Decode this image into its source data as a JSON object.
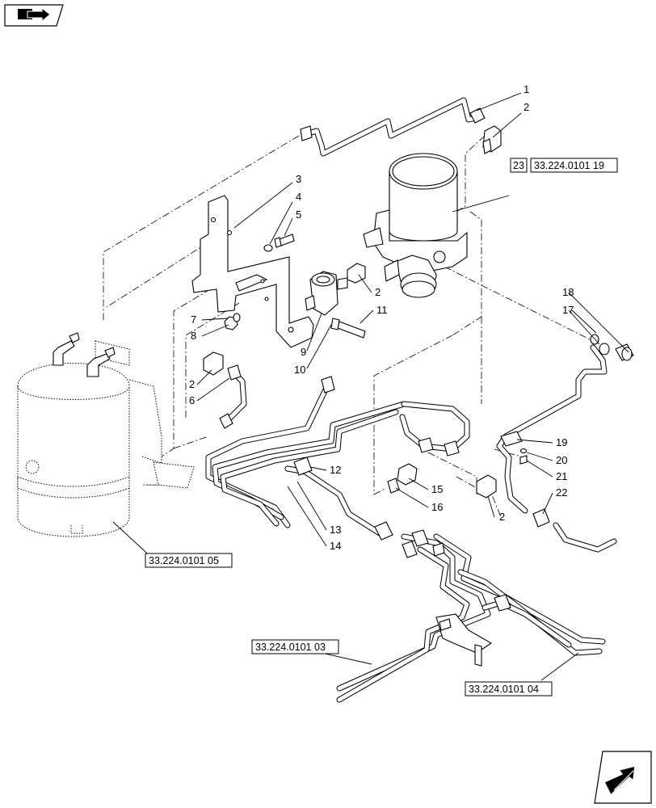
{
  "callouts": [
    {
      "id": "c1",
      "label": "1"
    },
    {
      "id": "c2a",
      "label": "2"
    },
    {
      "id": "c3",
      "label": "3"
    },
    {
      "id": "c4",
      "label": "4"
    },
    {
      "id": "c5",
      "label": "5"
    },
    {
      "id": "c2b",
      "label": "2"
    },
    {
      "id": "c7",
      "label": "7"
    },
    {
      "id": "c8",
      "label": "8"
    },
    {
      "id": "c9",
      "label": "9"
    },
    {
      "id": "c10",
      "label": "10"
    },
    {
      "id": "c11",
      "label": "11"
    },
    {
      "id": "c2c",
      "label": "2"
    },
    {
      "id": "c6",
      "label": "6"
    },
    {
      "id": "c18",
      "label": "18"
    },
    {
      "id": "c17",
      "label": "17"
    },
    {
      "id": "c19",
      "label": "19"
    },
    {
      "id": "c20",
      "label": "20"
    },
    {
      "id": "c21",
      "label": "21"
    },
    {
      "id": "c22",
      "label": "22"
    },
    {
      "id": "c12",
      "label": "12"
    },
    {
      "id": "c15",
      "label": "15"
    },
    {
      "id": "c16",
      "label": "16"
    },
    {
      "id": "c2d",
      "label": "2"
    },
    {
      "id": "c13",
      "label": "13"
    },
    {
      "id": "c14",
      "label": "14"
    }
  ],
  "references": {
    "dryer_item": "23",
    "dryer_ref": "33.224.0101 19",
    "tank_ref": "33.224.0101 05",
    "lines_left_ref": "33.224.0101 03",
    "lines_right_ref": "33.224.0101 04"
  },
  "icons": {
    "top_left": "book-arrow-icon",
    "bottom_right": "next-page-arrow-icon"
  }
}
